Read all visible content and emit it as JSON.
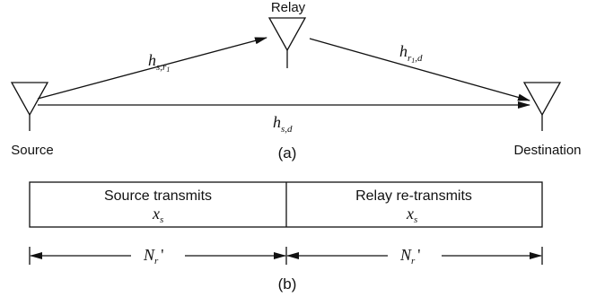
{
  "nodes": {
    "source": "Source",
    "relay": "Relay",
    "destination": "Destination"
  },
  "channels": {
    "source_relay": {
      "base": "h",
      "sub": "s,r",
      "subsub": "1"
    },
    "relay_destination": {
      "base": "h",
      "sub": "r",
      "subsub": "1",
      "tail": ",d"
    },
    "source_destination": {
      "base": "h",
      "sub": "s,d"
    }
  },
  "captions": {
    "a": "(a)",
    "b": "(b)"
  },
  "timeline": {
    "slot1": {
      "title": "Source transmits",
      "symbol": "x",
      "sub": "s"
    },
    "slot2": {
      "title": "Relay re-transmits",
      "symbol": "x",
      "sub": "s"
    },
    "duration": {
      "symbol": "N",
      "sub": "r",
      "prime": "'"
    }
  }
}
